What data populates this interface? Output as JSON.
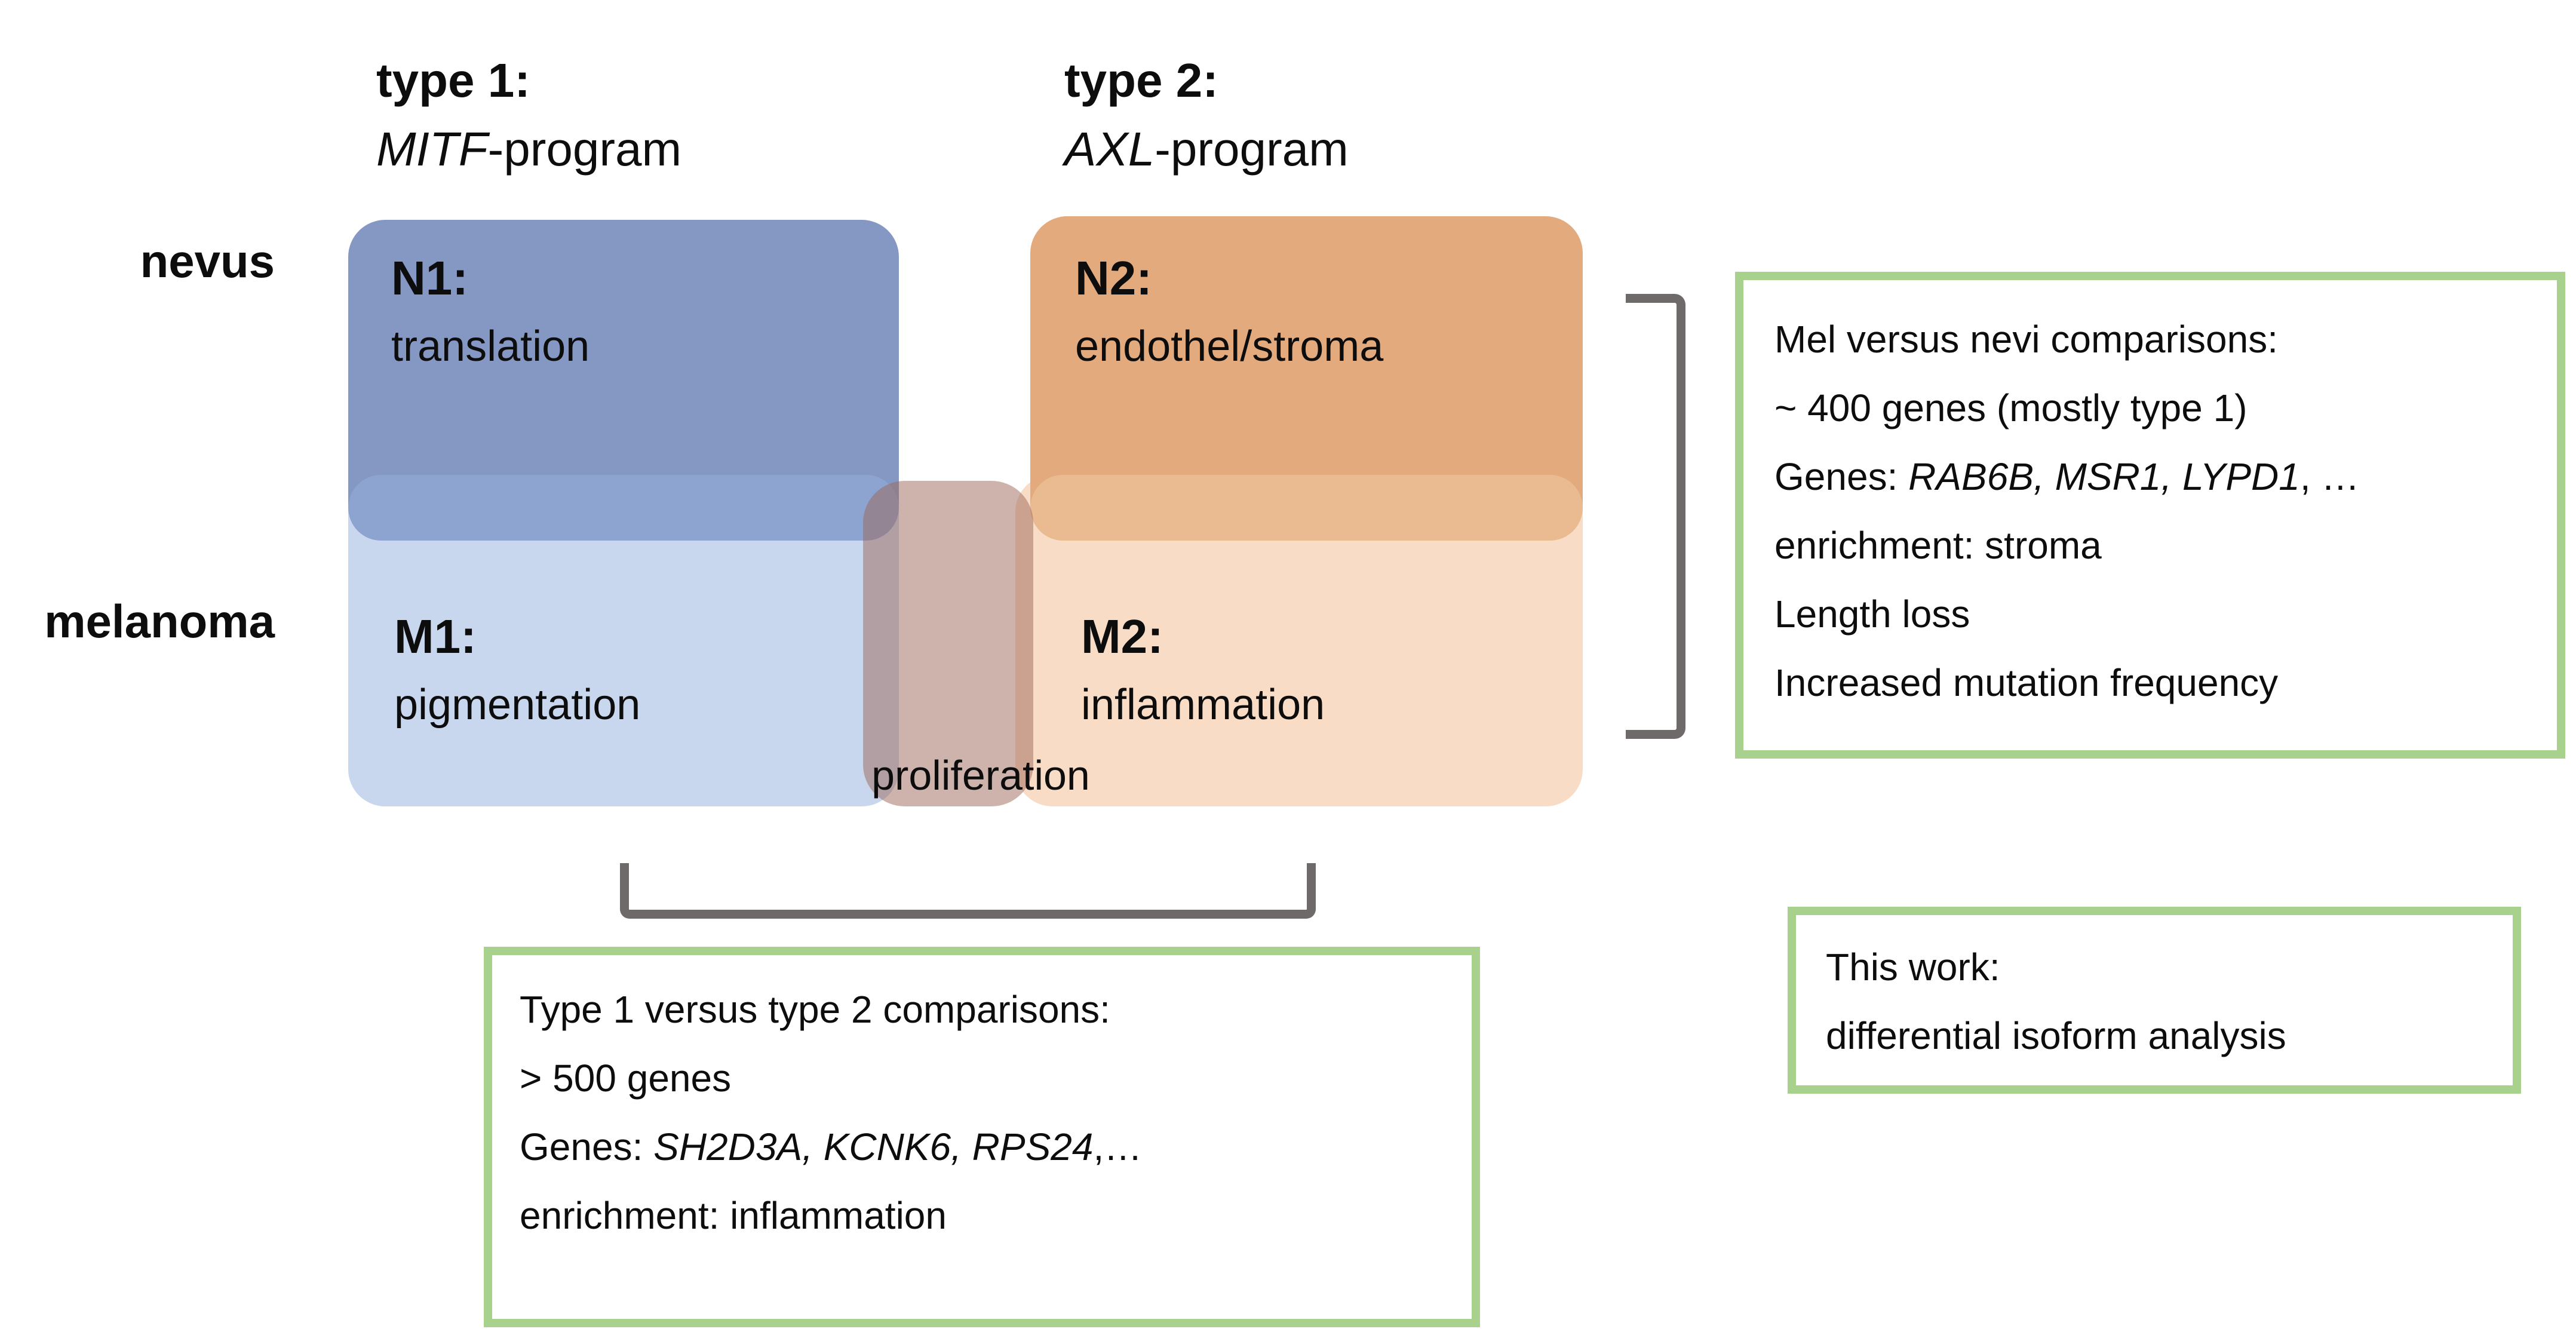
{
  "colors": {
    "n1_fill": "#8598c3",
    "m1_fill": "#c9d7ee",
    "n1_m1_overlap": "#8da3d0",
    "n2_fill": "#e3aa7e",
    "m2_fill": "#f8dcc5",
    "n2_m2_overlap": "#eaba90",
    "proliferation_fill": "rgba(155,104,90,0.5)",
    "bracket_gray": "#6e6a6a",
    "annotation_border_green": "#a9d18e",
    "text": "#0d0d0d"
  },
  "column_headers": {
    "type1": {
      "label": "type 1:",
      "gene": "MITF",
      "suffix": "-program"
    },
    "type2": {
      "label": "type 2:",
      "gene": "AXL",
      "suffix": "-program"
    }
  },
  "row_labels": {
    "top": "nevus",
    "bottom": "melanoma"
  },
  "boxes": {
    "n1": {
      "id": "N1:",
      "desc": "translation"
    },
    "n2": {
      "id": "N2:",
      "desc": "endothel/stroma"
    },
    "m1": {
      "id": "M1:",
      "desc": "pigmentation"
    },
    "m2": {
      "id": "M2:",
      "desc": "inflammation"
    },
    "overlap_label": "proliferation"
  },
  "mel_vs_nevi_box": {
    "line1": "Mel versus nevi comparisons:",
    "line2": "~ 400 genes (mostly type 1)",
    "genes_prefix": "Genes: ",
    "genes": "RAB6B, MSR1, LYPD1",
    "genes_suffix": ", …",
    "line4": "enrichment: stroma",
    "line5": "Length loss",
    "line6": "Increased mutation frequency"
  },
  "type_comparison_box": {
    "line1": "Type 1 versus type 2 comparisons:",
    "line2": "> 500 genes",
    "genes_prefix": "Genes: ",
    "genes": "SH2D3A, KCNK6, RPS24",
    "genes_suffix": ",…",
    "line4": "enrichment: inflammation"
  },
  "this_work_box": {
    "line1": "This work:",
    "line2": "differential isoform analysis"
  }
}
